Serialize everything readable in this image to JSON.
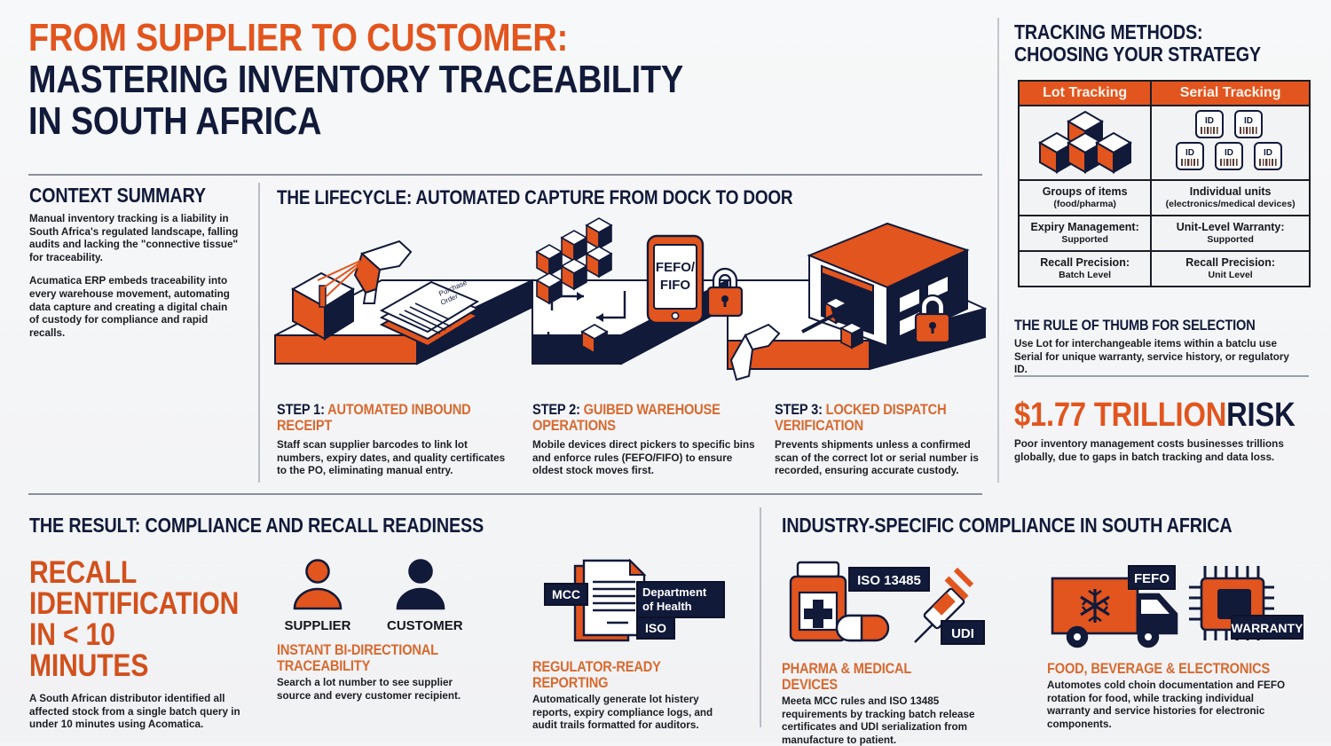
{
  "colors": {
    "orange": "#e2551e",
    "navy": "#121a3a",
    "orange_light": "#d8692f",
    "bg": "#f4f5f7"
  },
  "title": {
    "line1": "FROM SUPPLIER TO CUSTOMER:",
    "line2": "MASTERING INVENTORY TRACEABILITY",
    "line3": "IN SOUTH AFRICA"
  },
  "context": {
    "heading": "CONTEXT SUMMARY",
    "p1": "Manual inventory tracking is a liability in South Africa's regulated landscape, falling audits and lacking the \"connective tissue\" for traceability.",
    "p2": "Acumatica ERP embeds traceability into every warehouse movement, automating data capture and creating a digital chain of custody for compliance and rapid recalls."
  },
  "lifecycle": {
    "heading": "THE LIFECYCLE: AUTOMATED CAPTURE FROM DOCK TO DOOR",
    "scene_labels": {
      "document": "Purchase Order",
      "phone": "FEFO/ FIFO"
    },
    "steps": [
      {
        "label": "STEP 1:",
        "name": "AUTOMATED INBOUND RECEIPT",
        "desc": "Staff scan supplier barcodes to link lot numbers, expiry dates, and quality certificates to the PO, eliminating manual entry."
      },
      {
        "label": "STEP 2:",
        "name": "GUIBED WAREHOUSE OPERATIONS",
        "desc": "Mobile devices direct pickers to specific bins and enforce rules (FEFO/FIFO) to ensure oldest stock moves first."
      },
      {
        "label": "STEP 3:",
        "name": "LOCKED DISPATCH VERIFICATION",
        "desc": "Prevents shipments unless a confirmed scan of the correct lot or serial number is recorded, ensuring accurate custody."
      }
    ]
  },
  "tracking": {
    "heading_line1": "TRACKING METHODS:",
    "heading_line2": "CHOOSING YOUR STRATEGY",
    "columns": [
      "Lot Tracking",
      "Serial Tracking"
    ],
    "rows": [
      {
        "lot": "Groups of items",
        "lot_sub": "(food/pharma)",
        "serial": "Individual units",
        "serial_sub": "(electronics/medical devices)"
      },
      {
        "lot": "Expiry Management:",
        "lot_sub": "Supported",
        "serial": "Unit-Level Warranty:",
        "serial_sub": "Supported"
      },
      {
        "lot": "Recall Precision:",
        "lot_sub": "Batch Level",
        "serial": "Recall Precision:",
        "serial_sub": "Unit Level"
      }
    ],
    "id_tag_label": "ID"
  },
  "rule": {
    "heading": "THE RULE OF THUMB FOR SELECTION",
    "text": "Use Lot for interchangeable items within a batclu use Serial for unique warranty, service history, or regulatory ID."
  },
  "risk": {
    "amount": "$1.77 TRILLION",
    "word": "RISK",
    "desc": "Poor inventory management costs businesses trillions globally, due to gaps in batch tracking and data loss."
  },
  "result": {
    "heading": "THE RESULT: COMPLIANCE AND RECALL READINESS",
    "recall_line1": "RECALL",
    "recall_line2": "IDENTIFICATION",
    "recall_line3": "IN < 10 MINUTES",
    "recall_desc": "A South African distributor identified all affected stock from a single batch query in under 10 minutes using Acomatica.",
    "bidir": {
      "supplier_label": "SUPPLIER",
      "customer_label": "CUSTOMER",
      "heading": "INSTANT BI-DIRECTIONAL TRACEABILITY",
      "desc": "Search a lot number to see supplier source and every customer recipient."
    },
    "report": {
      "tag_mcc": "MCC",
      "tag_doh": "Department of Health",
      "tag_iso": "ISO",
      "heading": "REGULATOR-READY REPORTING",
      "desc": "Automatically generate lot histery reports, expiry compliance logs, and audit trails formatted for auditors."
    }
  },
  "industry": {
    "heading": "INDUSTRY-SPECIFIC COMPLIANCE IN SOUTH AFRICA",
    "pharma": {
      "tag_iso": "ISO 13485",
      "tag_udi": "UDI",
      "heading": "PHARMA & MEDICAL DEVICES",
      "desc": "Meeta MCC rules and ISO 13485 requirements by tracking batch release certificates and UDI serialization from manufacture to patient."
    },
    "food": {
      "tag_fefo": "FEFO",
      "tag_warranty": "WARRANTY",
      "heading": "FOOD, BEVERAGE & ELECTRONICS",
      "desc": "Automotes cold choin documentation and FEFO rotation for food, while tracking individual warranty and service histories for electronic components."
    }
  }
}
